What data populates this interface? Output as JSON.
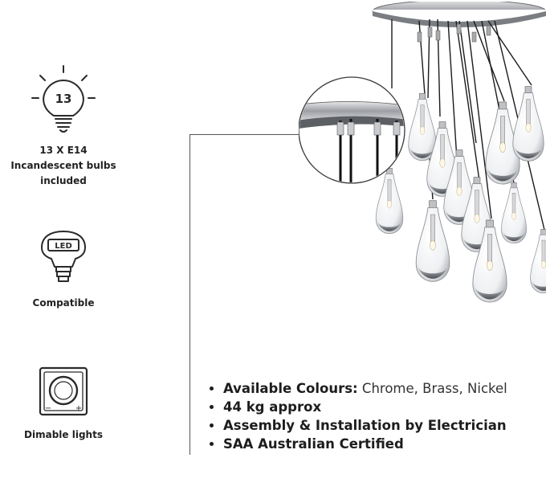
{
  "features": {
    "bulbs": {
      "count": "13",
      "label": "13 X E14 Incandescent bulbs included",
      "icon": "lightbulb-icon"
    },
    "led": {
      "badge": "LED",
      "label": "Compatible",
      "icon": "led-bulb-icon"
    },
    "dimmable": {
      "label": "Dimable lights",
      "icon": "dimmer-icon",
      "minus": "−",
      "plus": "+"
    }
  },
  "specs": [
    {
      "strong": "Available Colours:",
      "normal": " Chrome, Brass, Nickel"
    },
    {
      "strong": "44 kg approx",
      "normal": ""
    },
    {
      "strong": "Assembly & Installation by Electrician",
      "normal": ""
    },
    {
      "strong": "SAA Australian Certified",
      "normal": ""
    }
  ]
}
